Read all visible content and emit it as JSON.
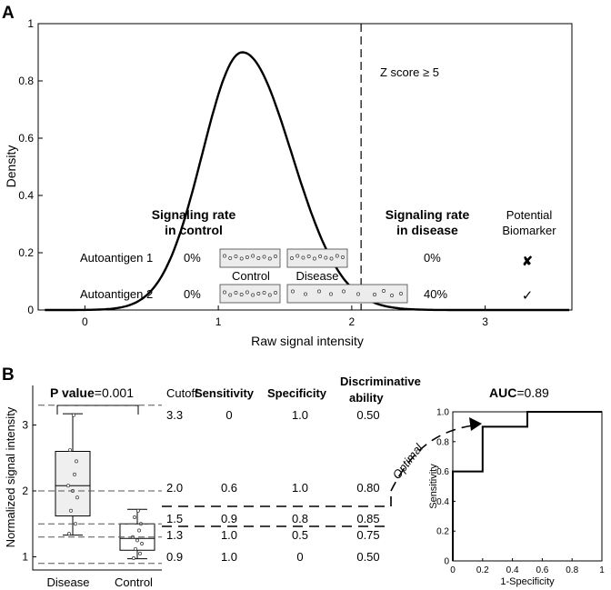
{
  "panel_a": {
    "letter": "A",
    "xlabel": "Raw signal intensity",
    "ylabel": "Density",
    "zscore_label": "Z score ≥ 5",
    "control_header": [
      "Signaling rate",
      "in control"
    ],
    "disease_header": [
      "Signaling rate",
      "in disease"
    ],
    "biomarker_header": [
      "Potential",
      "Biomarker"
    ],
    "group_labels": [
      "Control",
      "Disease"
    ],
    "rows": [
      {
        "name": "Autoantigen 1",
        "control_rate": "0%",
        "disease_rate": "0%",
        "mark": "✘"
      },
      {
        "name": "Autoantigen 2",
        "control_rate": "0%",
        "disease_rate": "40%",
        "mark": "✓"
      }
    ]
  },
  "panel_b": {
    "letter": "B",
    "ylabel": "Normalized signal intensity",
    "p_label": "P value",
    "p_value": "=0.001",
    "groups": [
      "Disease",
      "Control"
    ],
    "columns": [
      "Cutoff",
      "Sensitivity",
      "Specificity",
      "Discriminative",
      "ability"
    ],
    "table": [
      {
        "cutoff": "3.3",
        "sensitivity": "0",
        "specificity": "1.0",
        "ability": "0.50"
      },
      {
        "cutoff": "2.0",
        "sensitivity": "0.6",
        "specificity": "1.0",
        "ability": "0.80"
      },
      {
        "cutoff": "1.5",
        "sensitivity": "0.9",
        "specificity": "0.8",
        "ability": "0.85"
      },
      {
        "cutoff": "1.3",
        "sensitivity": "1.0",
        "specificity": "0.5",
        "ability": "0.75"
      },
      {
        "cutoff": "0.9",
        "sensitivity": "1.0",
        "specificity": "0",
        "ability": "0.50"
      }
    ],
    "optimal_label": "Optimal",
    "auc_label": "AUC",
    "auc_value": "=0.89"
  },
  "chart_data": [
    {
      "type": "line",
      "title": "",
      "xlabel": "Raw signal intensity",
      "ylabel": "Density",
      "xlim": [
        -0.35,
        3.65
      ],
      "ylim": [
        0,
        1.0
      ],
      "xticks": [
        0,
        1,
        2,
        3
      ],
      "yticks": [
        0,
        0.2,
        0.4,
        0.6,
        0.8,
        1.0
      ],
      "curve": {
        "peak_x": 1.18,
        "peak_y": 0.9,
        "sd_left": 0.3,
        "sd_right": 0.37
      },
      "threshold_x": 2.07,
      "grid": false
    },
    {
      "type": "box",
      "ylabel": "Normalized signal intensity",
      "ylim": [
        0.8,
        3.6
      ],
      "yticks": [
        1,
        2,
        3
      ],
      "categories": [
        "Disease",
        "Control"
      ],
      "boxes": [
        {
          "name": "Disease",
          "min": 1.33,
          "q1": 1.62,
          "median": 2.08,
          "q3": 2.6,
          "max": 3.17,
          "points": [
            1.35,
            1.5,
            1.7,
            1.9,
            2.0,
            2.08,
            2.25,
            2.45,
            2.62,
            3.15
          ]
        },
        {
          "name": "Control",
          "min": 0.97,
          "q1": 1.1,
          "median": 1.28,
          "q3": 1.5,
          "max": 1.72,
          "points": [
            0.98,
            1.05,
            1.12,
            1.2,
            1.25,
            1.3,
            1.4,
            1.5,
            1.6,
            1.7
          ]
        }
      ],
      "cutoffs": [
        3.3,
        2.0,
        1.5,
        1.3,
        0.9
      ]
    },
    {
      "type": "line",
      "xlabel": "1-Specificity",
      "ylabel": "Sensitivity",
      "xlim": [
        0,
        1
      ],
      "ylim": [
        0,
        1
      ],
      "xticks": [
        0,
        0.2,
        0.4,
        0.6,
        0.8,
        1.0
      ],
      "yticks": [
        0,
        0.2,
        0.4,
        0.6,
        0.8,
        1.0
      ],
      "series": [
        {
          "x": [
            0,
            0,
            0.2,
            0.2,
            0.5,
            0.5,
            1.0
          ],
          "y": [
            0,
            0.6,
            0.6,
            0.9,
            0.9,
            1.0,
            1.0
          ]
        }
      ],
      "auc": 0.89
    }
  ]
}
